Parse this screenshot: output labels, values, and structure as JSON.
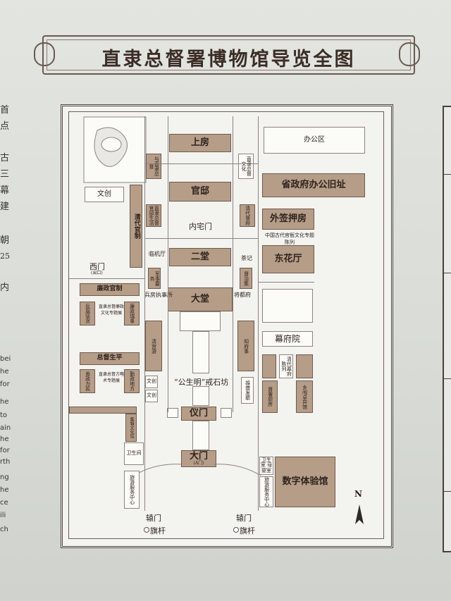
{
  "title": "直隶总督署博物馆导览全图",
  "side_text": {
    "left_chars": [
      "首",
      "点",
      "古",
      "三",
      "幕",
      "建",
      "朝",
      "25",
      "内"
    ],
    "left_latin": [
      "bei",
      "he",
      "for",
      "he",
      "to",
      "ain",
      "he",
      "for",
      "rth",
      "ng",
      "he",
      "ce",
      "ili",
      "ch"
    ]
  },
  "map": {
    "north_label": "N",
    "axis_buildings": {
      "shangfang": "上房",
      "guanxie": "官邸",
      "neizhaimen": "内宅门",
      "ertang": "二堂",
      "datang": "大堂",
      "yimen": "仪门",
      "damen": "大门",
      "damen_sub": "(A门)",
      "jieshifang": "“公生明”戒石坊"
    },
    "east_buildings": {
      "bangongqu": "办公区",
      "shengzhengfu": "省政府办公旧址",
      "waiqianyafang": "外签押房",
      "zhongguo_guanzhen": "中国古代官衙文化专题陈列",
      "donghuating": "东花厅",
      "mufuyuan": "幕府院",
      "shuzi": "数字体验馆",
      "qingdai_mufu": "清代幕府陈列",
      "cooking": "督署厨房",
      "xiangcheng": "乡闱卓异馆",
      "weishengshi_e": "卫生室 母婴室",
      "lvyou_e": "旅游服务中心",
      "zhenjue": "振聋发聩"
    },
    "west_buildings": {
      "wenchuang1": "文创",
      "ximen": "西门",
      "ximen_sub": "(出口)",
      "qingdai_guanzhi": "清代官制",
      "lianzheng": "廉政官制",
      "fanfu": "反腐惩贪",
      "lianzheng_lishi": "廉政瑞事",
      "zhili_lianzheng": "直隶总督廉政文化专题展",
      "zongdu_shengping": "总督生平",
      "shanzheng": "善政为民",
      "qinzheng": "勤政地方",
      "zhili_jingji": "直隶总督方略术专题展",
      "jiyang": "集辑文化馆",
      "weishengjian": "卫生间",
      "lvyou_w": "旅游服务中心",
      "wenchuang2": "文创",
      "wenchuang3": "文创"
    },
    "inner_halls": {
      "yu_zhengshi": "与直隶总督",
      "zhi_wen": "直隶总督文化",
      "qinggong": "清宫游",
      "linji": "临机厅",
      "chajiu": "茶记",
      "bingtang": "兵房执事所",
      "jiangdu": "将都府",
      "zhongguo_zongdu": "直隶总督官邸生活",
      "sheng_jun": "清代督府",
      "junshi": "军事要务",
      "duzhiji": "督治集",
      "zhifu": "知府事"
    },
    "gates": {
      "yuanmen_l": "辕门",
      "yuanmen_r": "辕门",
      "qigan_l": "旗杆",
      "qigan_r": "旗杆"
    }
  },
  "colors": {
    "building_fill": "#b69d88",
    "building_border": "#6d5a4d",
    "plain_fill": "#fbfbf8",
    "background": "#d9dcd7"
  }
}
